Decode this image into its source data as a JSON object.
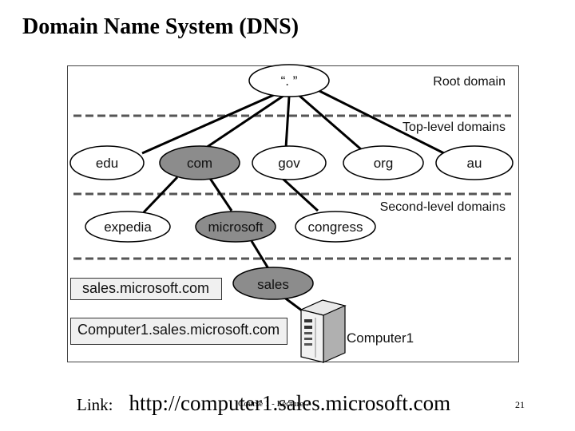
{
  "slide": {
    "title": "Domain Name System (DNS)",
    "page_number": "21",
    "course": "Course 1 - Lecture 7"
  },
  "diagram": {
    "nodes": {
      "root": "“. ”",
      "edu": "edu",
      "com": "com",
      "gov": "gov",
      "org": "org",
      "au": "au",
      "expedia": "expedia",
      "microsoft": "microsoft",
      "congress": "congress",
      "sales": "sales"
    },
    "levels": {
      "root": "Root domain",
      "top": "Top-level domains",
      "second": "Second-level domains"
    },
    "labels": {
      "sales_fqdn": "sales.microsoft.com",
      "computer_fqdn": "Computer1.sales.microsoft.com",
      "computer_name": "Computer1"
    },
    "colors": {
      "highlight_node": "#8c8c8c",
      "plain_node": "#ffffff",
      "divider": "#555555"
    }
  },
  "footer": {
    "link_label": "Link:",
    "url": "http://computer1.sales.microsoft.com"
  }
}
